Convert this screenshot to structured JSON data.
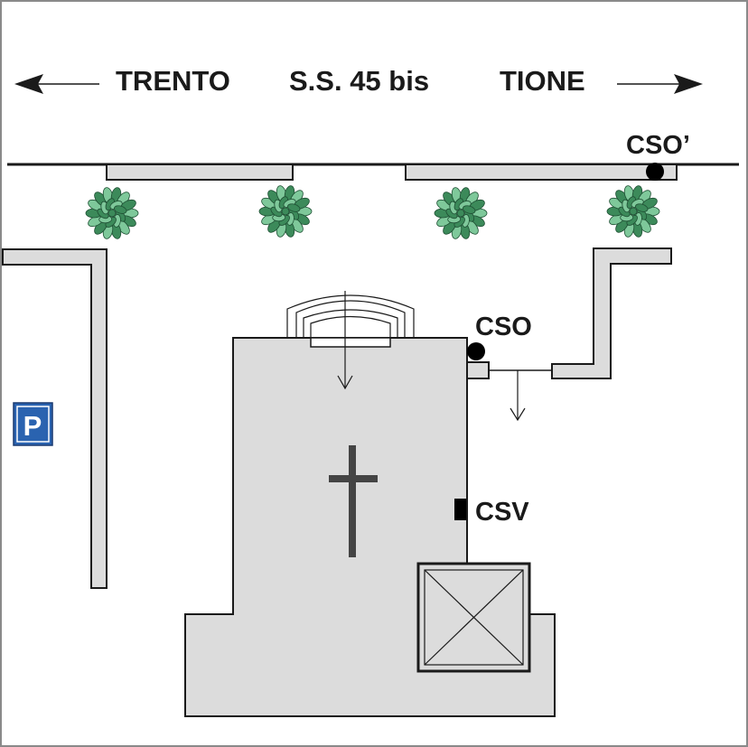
{
  "road": {
    "left_destination": "TRENTO",
    "road_name": "S.S. 45 bis",
    "right_destination": "TIONE"
  },
  "markers": {
    "cso_prime": "CSO’",
    "cso": "CSO",
    "csv": "CSV"
  },
  "parking": {
    "symbol": "P",
    "color": "#2a63b0"
  },
  "icons": {
    "road_left_arrow": "arrow-left-icon",
    "road_right_arrow": "arrow-right-icon",
    "trees": [
      "tree-icon",
      "tree-icon",
      "tree-icon",
      "tree-icon"
    ],
    "church": "church-cross-icon",
    "parking": "parking-sign-icon",
    "bell_tower": "bell-tower-icon"
  },
  "colors": {
    "building_fill": "#dcdcdc",
    "tree_dark": "#3c8a5a",
    "tree_light": "#7ec89a",
    "marker": "#000000"
  }
}
